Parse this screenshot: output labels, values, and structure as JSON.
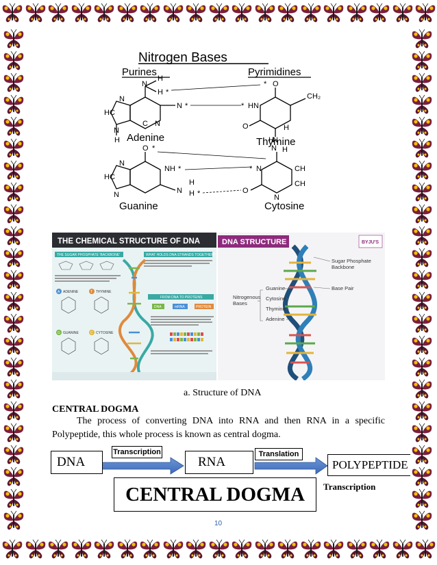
{
  "diagram": {
    "title": "Nitrogen Bases",
    "purines_label": "Purines",
    "pyrimidines_label": "Pyrimidines",
    "adenine_label": "Adenine",
    "thymine_label": "Thymine",
    "guanine_label": "Guanine",
    "cytosine_label": "Cytosine"
  },
  "left_panel": {
    "title": "THE CHEMICAL STRUCTURE OF DNA",
    "backbone_header": "THE SUGAR PHOSPHATE 'BACKBONE'",
    "strands_header": "WHAT HOLDS DNA STRANDS TOGETHER?",
    "proteins_header": "FROM DNA TO PROTEINS",
    "bases": [
      {
        "letter": "A",
        "name": "ADENINE"
      },
      {
        "letter": "T",
        "name": "THYMINE"
      },
      {
        "letter": "G",
        "name": "GUANINE"
      },
      {
        "letter": "C",
        "name": "CYTOSINE"
      }
    ],
    "flow": [
      "DNA",
      "mRNA",
      "PROTEIN"
    ]
  },
  "right_panel": {
    "title": "DNA STRUCTURE",
    "brand": "BYJU'S",
    "labels": {
      "sugar_phosphate": [
        "Sugar Phosphate",
        "Backbone"
      ],
      "base_pair": "Base Pair",
      "nitrogenous": [
        "Nitrogenous",
        "Bases"
      ],
      "guanine": "Guanine",
      "cytosine": "Cytosine",
      "thymine": "Thymine",
      "adenine": "Adenine"
    }
  },
  "caption": "a.  Structure of DNA",
  "section": {
    "heading": "CENTRAL DOGMA",
    "paragraph": "The process of converting DNA into RNA and then RNA in a specific Polypeptide, this whole process is known as central dogma."
  },
  "flow": {
    "dna": "DNA",
    "rna": "RNA",
    "polypeptide": "POLYPEPTIDE",
    "transcription": "Transcription",
    "translation": "Translation",
    "transcription_below": "Transcription",
    "banner": "CENTRAL DOGMA"
  },
  "page_number": "10",
  "colors": {
    "butterfly_wing": "#7a1f3d",
    "butterfly_spot": "#f2c200",
    "arrow_blue": "#4a7ac4",
    "left_panel_bg": "#e9f3f4",
    "left_panel_title_bg": "#2c2c33",
    "right_panel_header": "#8e2b7d"
  }
}
